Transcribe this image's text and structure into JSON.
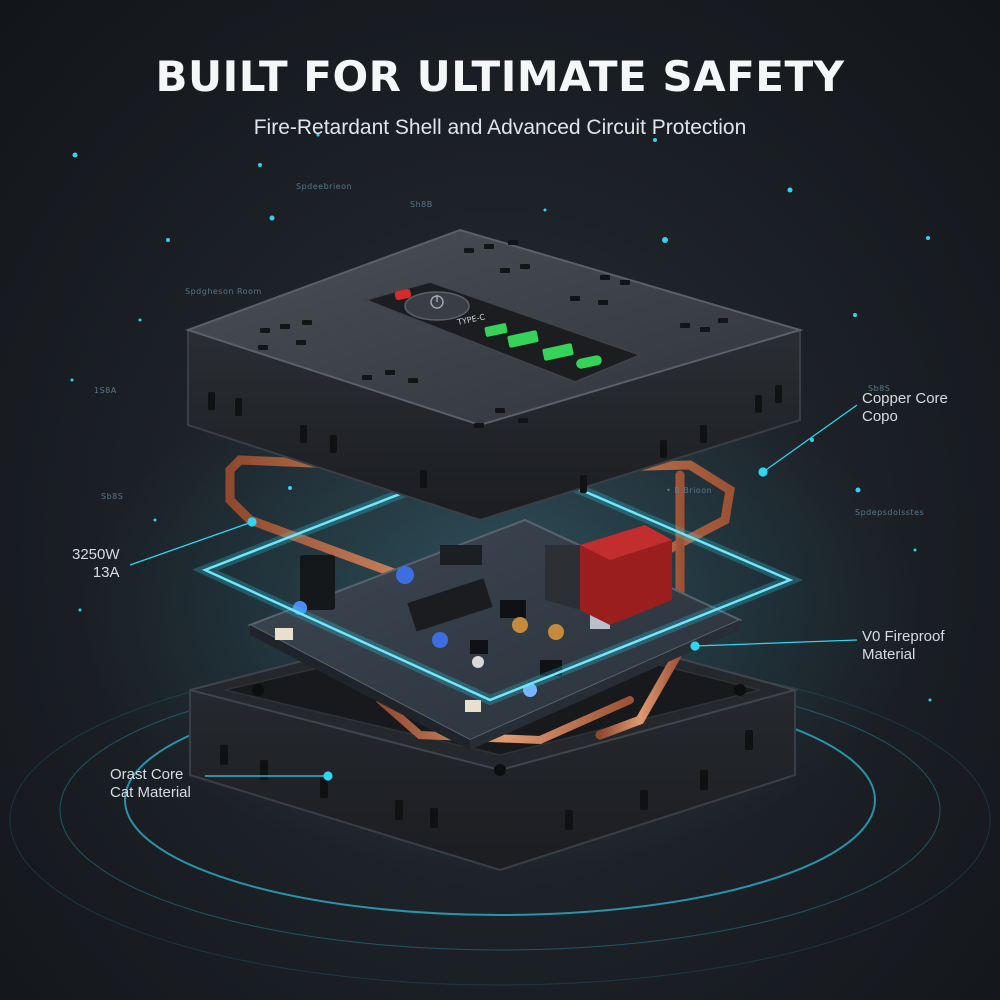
{
  "headline": "BUILT FOR ULTIMATE SAFETY",
  "subheadline": "Fire-Retardant Shell and Advanced Circuit Protection",
  "callouts": {
    "power": {
      "line1": "3250W",
      "line2": "13A"
    },
    "copper": {
      "line1": "Copper Core",
      "line2": "Copo"
    },
    "fireproof": {
      "line1": "V0 Fireproof",
      "line2": "Material"
    },
    "base": {
      "line1": "Orast Core",
      "line2": "Cat Material"
    }
  },
  "faint_text": [
    "Spdeebrieon",
    "Spdgheson Room",
    "Sh8B",
    "1S8A",
    "Sb8S",
    "Sb8S",
    "Spdepsdolsstes",
    "• B Brioon"
  ],
  "usb_panel_label": "TYPE-C",
  "colors": {
    "background": "#1a1f25",
    "accent_cyan": "#2fd6f2",
    "copper": "#c46f48",
    "shell": "#2c3036",
    "usb_green": "#35d35a",
    "power_indicator": "#d62a2a"
  },
  "icons": [
    "power-button-icon",
    "usb-a-port-icon",
    "usb-c-port-icon",
    "ac-outlet-icon"
  ]
}
